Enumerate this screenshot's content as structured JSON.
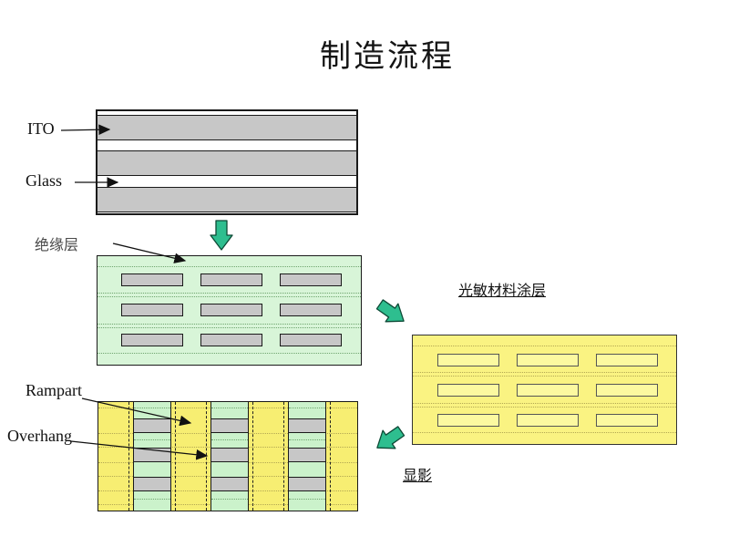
{
  "slide": {
    "title": "制造流程"
  },
  "colors": {
    "ito_gray": "#C7C7C7",
    "insulation_green": "#D8F5D8",
    "photoresist_yellow": "#FAF382",
    "dev_base_yellow": "#F7EE72",
    "dev_column_green": "#CBF2CB",
    "process_arrow_teal": "#2EBE8F"
  },
  "stage1": {
    "ito_label": "ITO",
    "glass_label": "Glass"
  },
  "stage2": {
    "insulation_label": "绝缘层"
  },
  "stage3": {
    "coating_label": "光敏材料涂层"
  },
  "stage4": {
    "develop_label": "显影",
    "rampart_label": "Rampart",
    "overhang_label": "Overhang"
  }
}
